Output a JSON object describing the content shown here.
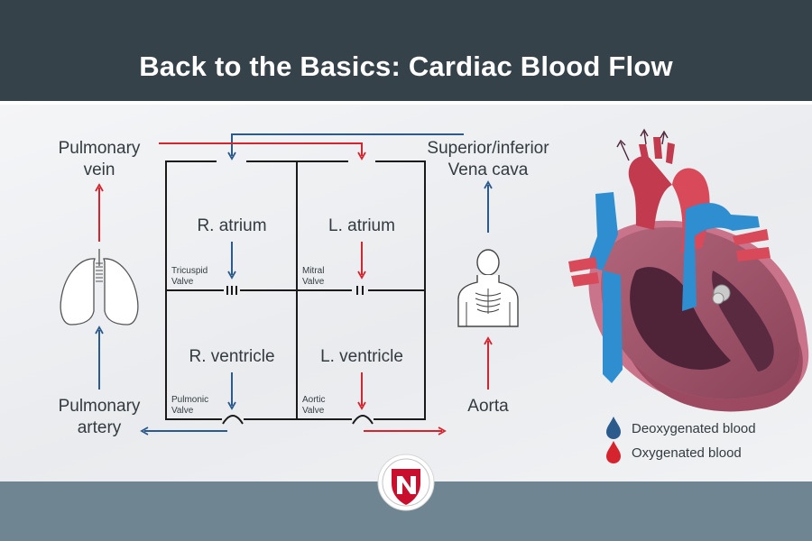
{
  "title": "Back to the Basics: Cardiac Blood Flow",
  "labels": {
    "pulmonary_vein": [
      "Pulmonary",
      "vein"
    ],
    "pulmonary_artery": [
      "Pulmonary",
      "artery"
    ],
    "vena_cava": [
      "Superior/inferior",
      "Vena cava"
    ],
    "aorta": "Aorta",
    "r_atrium": "R. atrium",
    "l_atrium": "L. atrium",
    "r_ventricle": "R. ventricle",
    "l_ventricle": "L. ventricle",
    "tricuspid": [
      "Tricuspid",
      "Valve"
    ],
    "mitral": [
      "Mitral",
      "Valve"
    ],
    "pulmonic": [
      "Pulmonic",
      "Valve"
    ],
    "aortic": [
      "Aortic",
      "Valve"
    ]
  },
  "legend": [
    {
      "label": "Deoxygenated blood",
      "color": "#2b5a8c"
    },
    {
      "label": "Oxygenated blood",
      "color": "#d6242e"
    }
  ],
  "colors": {
    "deoxygenated": "#2b5a8c",
    "oxygenated": "#d6242e",
    "header": "#36424a",
    "footer": "#6f8591"
  },
  "icons": [
    "lungs-icon",
    "torso-icon",
    "heart-illustration",
    "logo-shield-icon"
  ]
}
